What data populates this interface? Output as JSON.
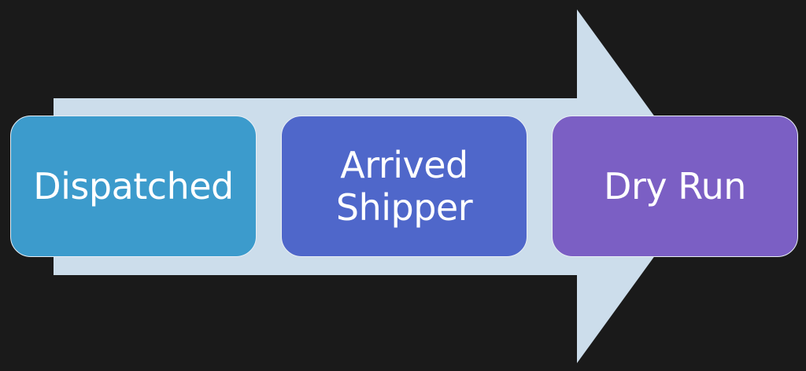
{
  "diagram": {
    "type": "process-arrow",
    "colors": {
      "background": "#1a1a1a",
      "arrow": "#ccddeb",
      "text": "#ffffff"
    },
    "steps": [
      {
        "label": "Dispatched",
        "color": "#3c9bcc"
      },
      {
        "label": "Arrived\nShipper",
        "color": "#4f67ca"
      },
      {
        "label": "Dry Run",
        "color": "#7b5fc4"
      }
    ]
  }
}
